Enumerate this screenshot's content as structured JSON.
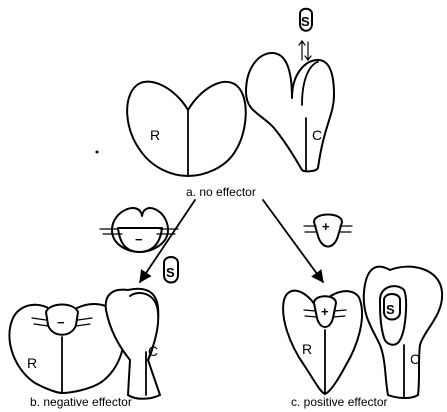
{
  "labels": {
    "substrate": "S",
    "regulatory": "R",
    "catalytic": "C",
    "negative": "−",
    "positive": "+"
  },
  "captions": {
    "a": "a. no effector",
    "b": "b. negative effector",
    "c": "c. positive effector"
  },
  "colors": {
    "ink": "#000000",
    "background": "#ffffff"
  }
}
